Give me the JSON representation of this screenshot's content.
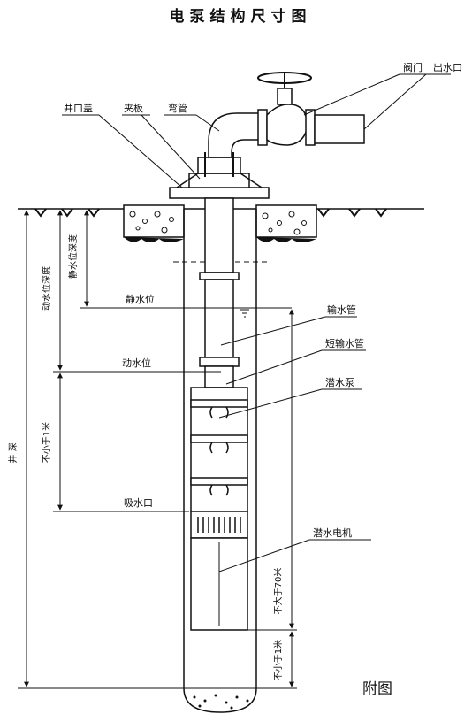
{
  "title": "电泵结构尺寸图",
  "labels": {
    "valve": "阀门",
    "outlet": "出水口",
    "well_cover": "井口盖",
    "clamp_plate": "夹板",
    "elbow": "弯管",
    "static_level": "静水位",
    "dynamic_level": "动水位",
    "water_pipe": "输水管",
    "short_pipe": "短输水管",
    "pump": "潜水泵",
    "intake": "吸水口",
    "motor": "潜水电机"
  },
  "dimensions": {
    "static_depth": "静水位深度",
    "dynamic_depth": "动水位深度",
    "min_1m_upper": "不小于1米",
    "well_depth": "井  深",
    "max_70m": "不大于70米",
    "min_1m_lower": "不小于1米"
  },
  "caption": "附图"
}
